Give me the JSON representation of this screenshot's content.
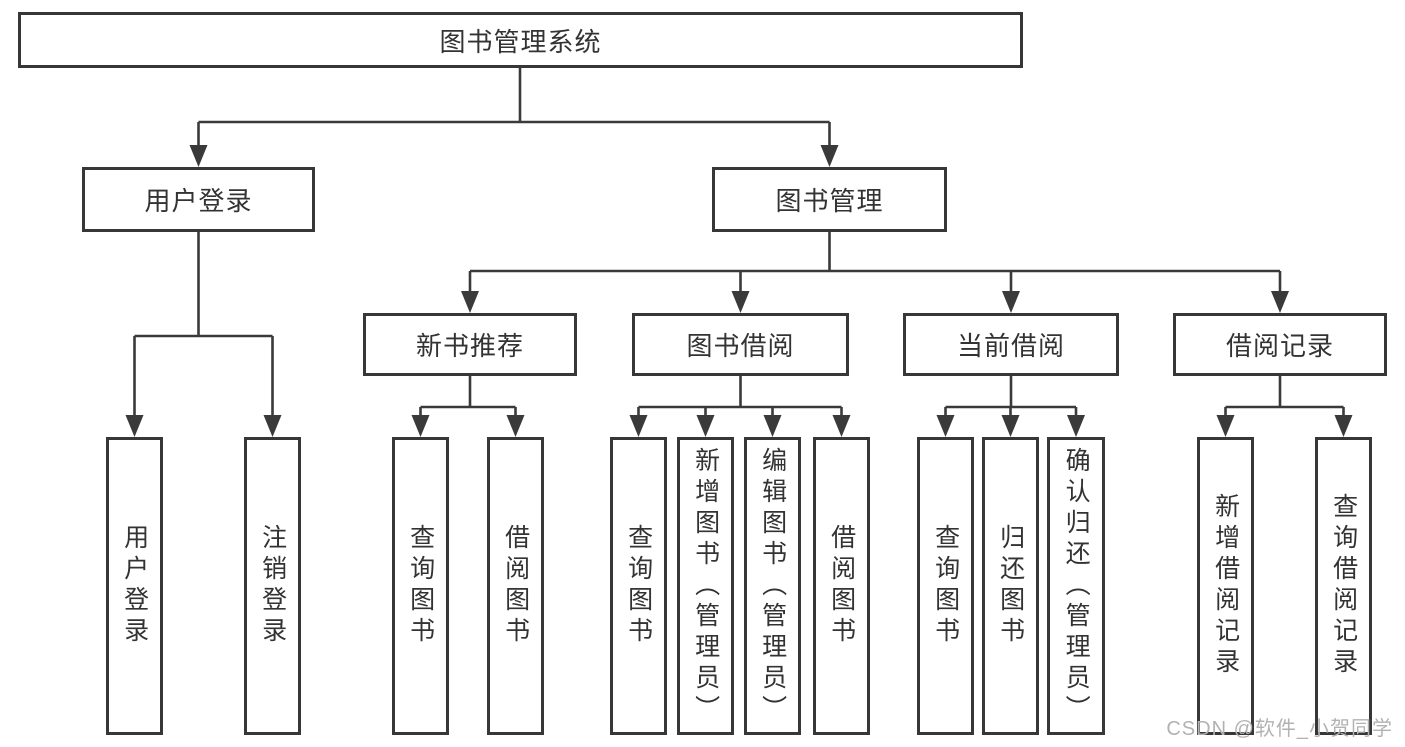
{
  "diagram": {
    "title": "图书管理系统",
    "nodes": {
      "root": "图书管理系统",
      "user_login": "用户登录",
      "book_mgmt": "图书管理",
      "new_book_rec": "新书推荐",
      "book_borrow": "图书借阅",
      "current_borrow": "当前借阅",
      "borrow_record": "借阅记录",
      "leaf_user_login": "用户登录",
      "leaf_logout": "注销登录",
      "leaf_query_book_1": "查询图书",
      "leaf_borrow_book_1": "借阅图书",
      "leaf_query_book_2": "查询图书",
      "leaf_add_book": "新增图书（管理员）",
      "leaf_edit_book": "编辑图书（管理员）",
      "leaf_borrow_book_2": "借阅图书",
      "leaf_query_book_3": "查询图书",
      "leaf_return_book": "归还图书",
      "leaf_confirm_return": "确认归还（管理员）",
      "leaf_add_record": "新增借阅记录",
      "leaf_query_record": "查询借阅记录"
    },
    "colors": {
      "line": "#3a3a3a",
      "box_border": "#373737",
      "text": "#333333",
      "background": "#ffffff",
      "watermark": "#b2b2b2"
    }
  },
  "watermark": "CSDN @软件_小贺同学"
}
